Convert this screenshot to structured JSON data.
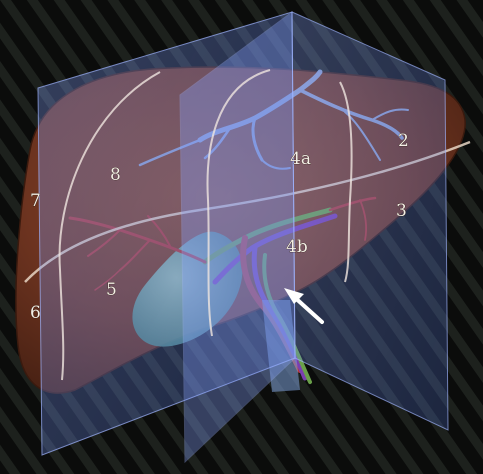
{
  "figure": {
    "labels": {
      "seg2": "2",
      "seg3": "3",
      "seg4a": "4a",
      "seg4b": "4b",
      "seg5": "5",
      "seg6": "6",
      "seg7": "7",
      "seg8": "8"
    },
    "colors": {
      "background": "#0d0e0d",
      "liver": "#7a3a22",
      "plane": "#5f7fd8",
      "hepatic_vein": "#8fa8dd",
      "portal_vein": "#b03a3a",
      "hepatic_artery": "#7a3fb0",
      "bile_duct": "#6aa04a",
      "gallbladder": "#6ea3a0",
      "arrow": "#ffffff"
    }
  }
}
